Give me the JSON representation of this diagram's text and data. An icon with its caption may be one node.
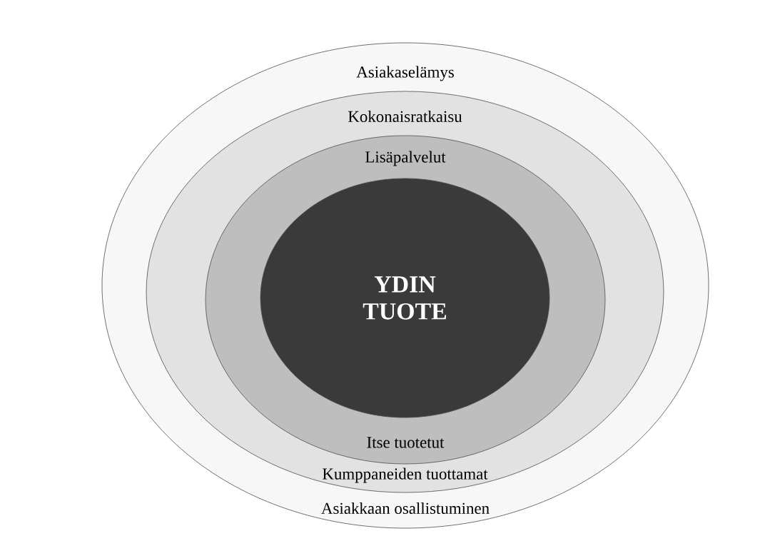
{
  "diagram": {
    "nodes": [
      {
        "text": [
          "Asiakaselämys",
          "Asiakkaan osallistuminen"
        ]
      },
      {
        "text": [
          "Kokonaisratkaisu",
          "Kumppaneiden tuottamat"
        ],
        "in": 0
      },
      {
        "text": [
          "Lisäpalvelut",
          "Itse tuotetut"
        ],
        "in": 1
      },
      {
        "text": [
          "YDIN TUOTE"
        ],
        "in": 2
      }
    ]
  }
}
